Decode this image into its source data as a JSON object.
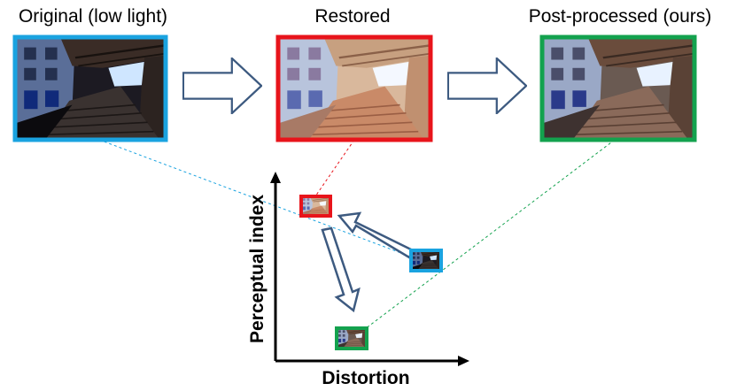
{
  "panels": [
    {
      "caption": "Original (low light)",
      "frame_color": "#1aa3e0",
      "image": "low-light-covered-stairway-photo"
    },
    {
      "caption": "Restored",
      "frame_color": "#e8141b",
      "image": "restored-covered-stairway-photo"
    },
    {
      "caption": "Post-processed (ours)",
      "frame_color": "#13a24e",
      "image": "post-processed-covered-stairway-photo"
    }
  ],
  "plot": {
    "x_axis_label": "Distortion",
    "y_axis_label": "Perceptual index"
  },
  "colors": {
    "flow_arrow_stroke": "#3d5a80",
    "flow_arrow_fill": "#ffffff",
    "axis": "#000000"
  }
}
